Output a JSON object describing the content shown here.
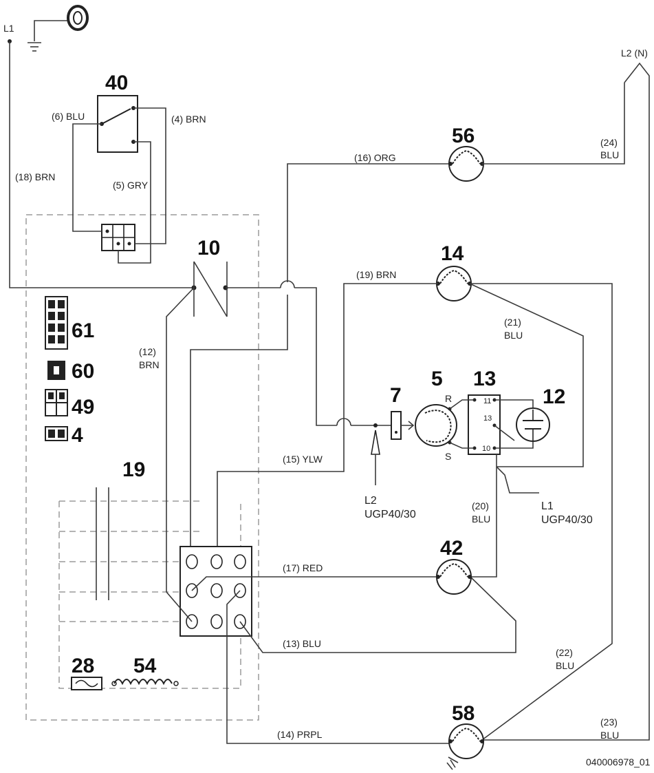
{
  "components": {
    "c40": "40",
    "c56": "56",
    "c10": "10",
    "c14": "14",
    "c61": "61",
    "c60": "60",
    "c49": "49",
    "c4": "4",
    "c5": "5",
    "c13": "13",
    "c7": "7",
    "c12": "12",
    "c19": "19",
    "c42": "42",
    "c28": "28",
    "c54": "54",
    "c58": "58"
  },
  "wires": {
    "w6": "(6) BLU",
    "w4": "(4) BRN",
    "w18": "(18) BRN",
    "w5": "(5) GRY",
    "w16": "(16) ORG",
    "w24a": "(24)",
    "w24b": "BLU",
    "w19": "(19) BRN",
    "w21a": "(21)",
    "w21b": "BLU",
    "w12a": "(12)",
    "w12b": "BRN",
    "w15": "(15) YLW",
    "w20a": "(20)",
    "w20b": "BLU",
    "w17": "(17) RED",
    "w13": "(13) BLU",
    "w22a": "(22)",
    "w22b": "BLU",
    "w14": "(14) PRPL",
    "w23a": "(23)",
    "w23b": "BLU"
  },
  "terminals": {
    "L1": "L1",
    "L2N": "L2 (N)",
    "L2ugp_a": "L2",
    "L2ugp_b": "UGP40/30",
    "L1ugp_a": "L1",
    "L1ugp_b": "UGP40/30",
    "R": "R",
    "S": "S",
    "t11": "11",
    "t13": "13",
    "t10": "10"
  },
  "footer": {
    "figure_id": "040006978_01"
  }
}
